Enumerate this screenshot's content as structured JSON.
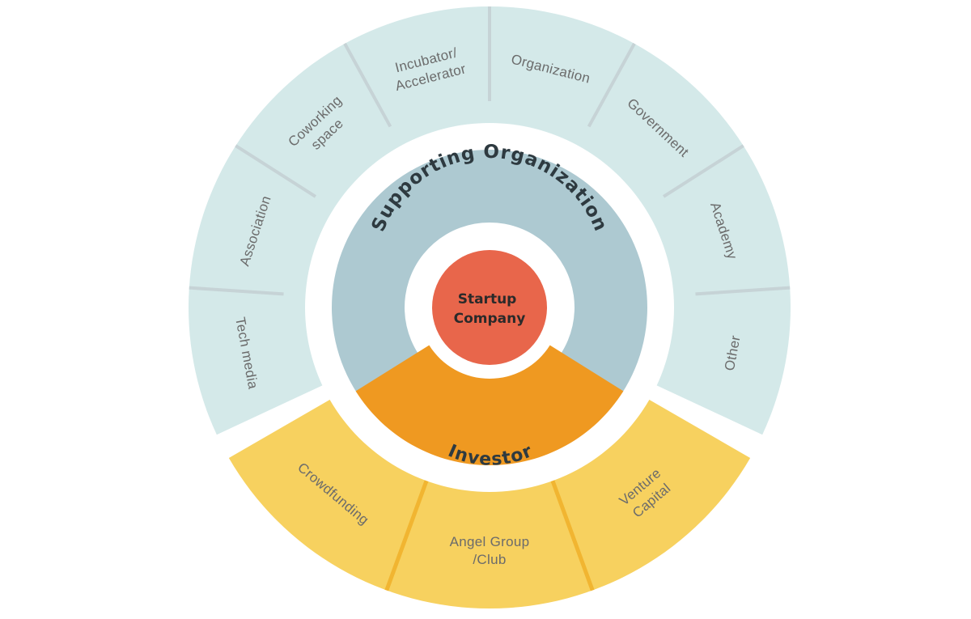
{
  "center": {
    "lines": [
      "Startup",
      "Company"
    ]
  },
  "supporting": {
    "title": "Supporting Organization",
    "segments": [
      {
        "lines": [
          "Tech media"
        ]
      },
      {
        "lines": [
          "Association"
        ]
      },
      {
        "lines": [
          "Coworking",
          "space"
        ]
      },
      {
        "lines": [
          "Incubator/",
          "Accelerator"
        ]
      },
      {
        "lines": [
          "Organization"
        ]
      },
      {
        "lines": [
          "Government"
        ]
      },
      {
        "lines": [
          "Academy"
        ]
      },
      {
        "lines": [
          "Other"
        ]
      }
    ]
  },
  "investor": {
    "title": "Investor",
    "segments": [
      {
        "lines": [
          "Crowdfunding"
        ]
      },
      {
        "lines": [
          "Angel Group",
          "/Club"
        ]
      },
      {
        "lines": [
          "Venture",
          "Capital"
        ]
      }
    ]
  },
  "colors": {
    "outer_support": "#d4e9e9",
    "outer_support_divider": "#c6d3d6",
    "inner_support": "#adc9d1",
    "center": "#e8664b",
    "investor_inner": "#ef9921",
    "investor_outer": "#f7d15f",
    "investor_divider": "#f1b531",
    "background": "#ffffff"
  }
}
